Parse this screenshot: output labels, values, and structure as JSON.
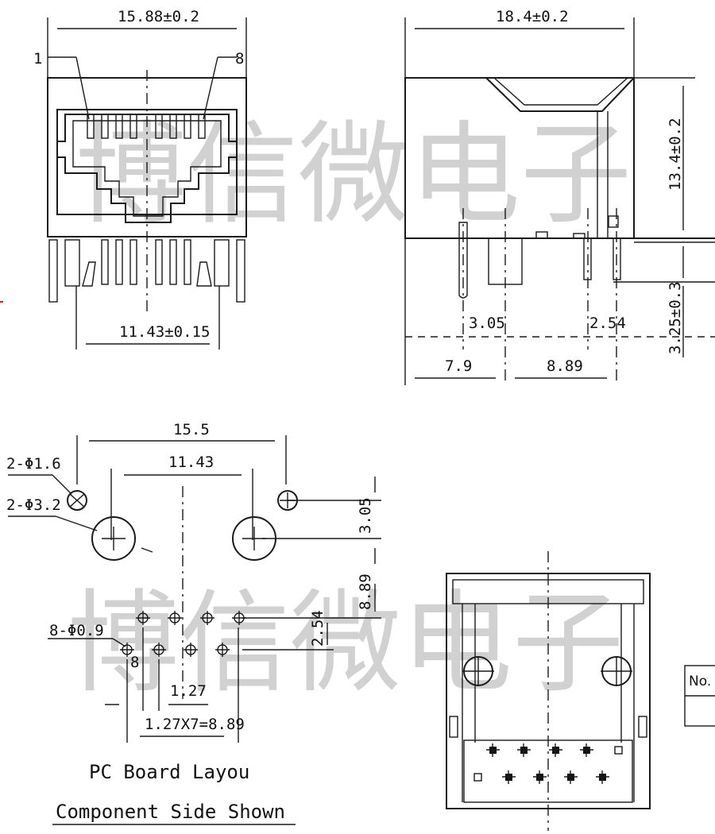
{
  "front_view": {
    "width_dim": "15.88±0.2",
    "pin_first": "1",
    "pin_last": "8",
    "pin_span_dim": "11.43±0.15"
  },
  "side_view": {
    "depth_dim": "18.4±0.2",
    "height_dim": "13.4±0.2",
    "leg_dim": "3.25±0.3",
    "offset_a": "3.05",
    "pitch_a": "2.54",
    "offset_b": "7.9",
    "span_b": "8.89"
  },
  "pcb_layout": {
    "holes_outer_span": "15.5",
    "holes_inner_span": "11.43",
    "small_hole_label": "2-Φ1.6",
    "large_hole_label": "2-Φ3.2",
    "pin_hole_label": "8-Φ0.9",
    "row_offset_v": "3.05",
    "row_to_pin_v": "8.89",
    "row_pitch_v": "2.54",
    "pin1_label": "8",
    "pitch_h": "1.27",
    "total_pitch": "1.27X7=8.89",
    "title": "PC Board Layou",
    "subtitle": "Component Side Shown"
  },
  "watermark": {
    "text": "博信微电子"
  },
  "table": {
    "header": "No."
  }
}
